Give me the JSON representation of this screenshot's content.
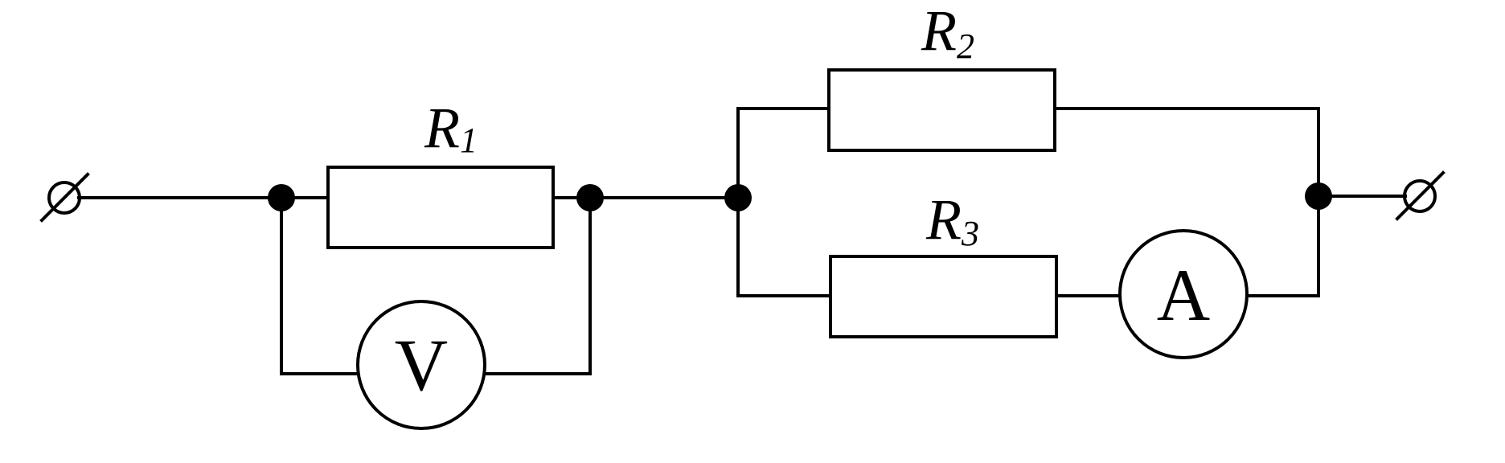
{
  "resistors": {
    "r1": {
      "symbol": "R",
      "subscript": "1"
    },
    "r2": {
      "symbol": "R",
      "subscript": "2"
    },
    "r3": {
      "symbol": "R",
      "subscript": "3"
    }
  },
  "meters": {
    "voltmeter": "V",
    "ammeter": "A"
  },
  "colors": {
    "ink": "#000000",
    "background": "#ffffff"
  }
}
